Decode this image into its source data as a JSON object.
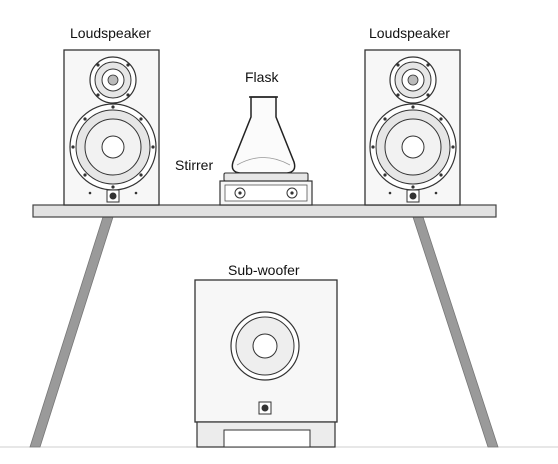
{
  "labels": {
    "left_speaker": "Loudspeaker",
    "right_speaker": "Loudspeaker",
    "flask": "Flask",
    "stirrer": "Stirrer",
    "subwoofer": "Sub-woofer"
  },
  "colors": {
    "stroke": "#333333",
    "fill_light": "#f7f7f7",
    "fill_gray": "#e6e6e6",
    "shelf": "#e2e2e2",
    "leg": "#9a9a9a"
  }
}
